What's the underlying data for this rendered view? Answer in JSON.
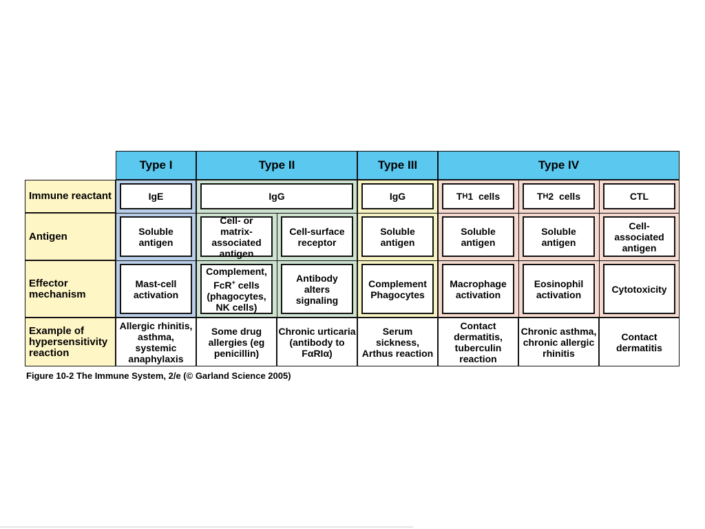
{
  "colors": {
    "header_blue": "#5bc8ef",
    "row_label_yellow": "#fff6c6",
    "type1_fill": "#b9cfe9",
    "type2_fill": "#cfe3d1",
    "type3_fill": "#f6f2c2",
    "type4_fill": "#f6d9cf"
  },
  "headers": [
    "Type I",
    "Type II",
    "Type III",
    "Type IV"
  ],
  "row_labels": {
    "immune_reactant": "Immune reactant",
    "antigen": "Antigen",
    "effector": "Effector mechanism",
    "example": "Example of hypersensitivity reaction"
  },
  "immune_reactant": {
    "t1": "IgE",
    "t2": "IgG",
    "t3": "IgG",
    "th1_prefix": "T",
    "th1_sub": "H",
    "th1_suffix": "1  cells",
    "th2_prefix": "T",
    "th2_sub": "H",
    "th2_suffix": "2  cells",
    "ctl": "CTL"
  },
  "antigen": {
    "t1": "Soluble antigen",
    "t2a": "Cell- or matrix-associated antigen",
    "t2b": "Cell-surface receptor",
    "t3": "Soluble antigen",
    "th1": "Soluble antigen",
    "th2": "Soluble antigen",
    "ctl": "Cell-associated antigen"
  },
  "effector": {
    "t1": "Mast-cell activation",
    "t2a_line1": "Complement,",
    "t2a_fcr": "FcR",
    "t2a_sup": "+",
    "t2a_rest": " cells",
    "t2a_line3": "(phagocytes,",
    "t2a_line4": "NK cells)",
    "t2b": "Antibody alters signaling",
    "t3": "Complement Phagocytes",
    "th1": "Macrophage activation",
    "th2": "Eosinophil activation",
    "ctl": "Cytotoxicity"
  },
  "example": {
    "t1": "Allergic rhinitis, asthma, systemic anaphylaxis",
    "t2a": "Some drug allergies (eg penicillin)",
    "t2b_line1": "Chronic urticaria",
    "t2b_line2": "(antibody to",
    "t2b_line3": "FαRIα)",
    "t3": "Serum sickness, Arthus reaction",
    "th1": "Contact dermatitis, tuberculin reaction",
    "th2": "Chronic asthma, chronic allergic rhinitis",
    "ctl": "Contact dermatitis"
  },
  "caption": "Figure 10-2  The Immune System, 2/e (© Garland Science 2005)"
}
